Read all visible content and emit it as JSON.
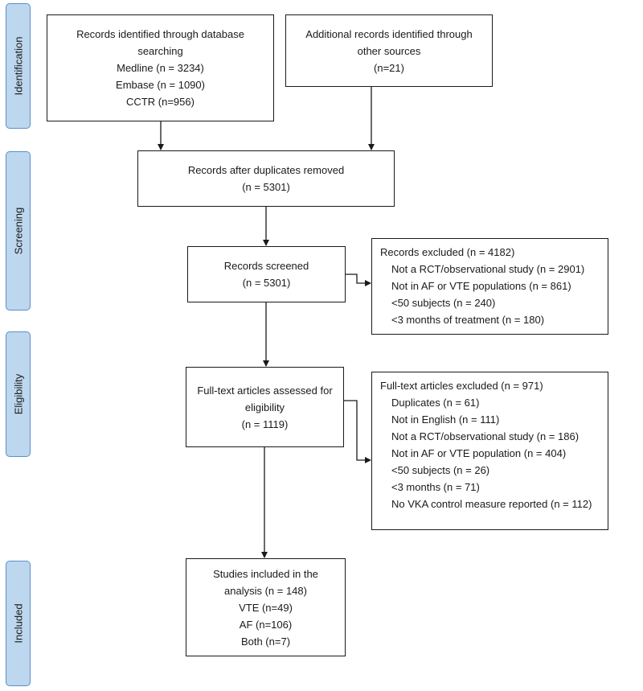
{
  "stages": {
    "identification": "Identification",
    "screening": "Screening",
    "eligibility": "Eligibility",
    "included": "Included"
  },
  "boxes": {
    "database": {
      "lines": [
        "Records identified through database",
        "searching",
        "Medline (n = 3234)",
        "Embase (n = 1090)",
        "CCTR (n=956)"
      ]
    },
    "other_sources": {
      "lines": [
        "Additional records identified through",
        "other sources",
        "(n=21)"
      ]
    },
    "duplicates_removed": {
      "lines": [
        "Records after duplicates removed",
        "(n = 5301)"
      ]
    },
    "screened": {
      "lines": [
        "Records screened",
        "(n = 5301)"
      ]
    },
    "excluded_screening": {
      "title": "Records excluded (n = 4182)",
      "items": [
        "Not a RCT/observational study (n = 2901)",
        "Not in AF or VTE populations (n = 861)",
        "<50 subjects (n = 240)",
        "<3 months of treatment (n = 180)"
      ]
    },
    "fulltext": {
      "lines": [
        "Full-text articles assessed for",
        "eligibility",
        "(n = 1119)"
      ]
    },
    "excluded_fulltext": {
      "title": "Full-text articles excluded (n = 971)",
      "items": [
        "Duplicates (n = 61)",
        "Not in English (n = 111)",
        "Not a RCT/observational study (n = 186)",
        "Not in AF or VTE population (n = 404)",
        "<50 subjects (n = 26)",
        "<3 months (n = 71)",
        "No VKA control measure reported (n = 112)"
      ]
    },
    "included": {
      "lines": [
        "Studies included in the",
        "analysis (n = 148)",
        "VTE (n=49)",
        "AF (n=106)",
        "Both (n=7)"
      ]
    }
  },
  "colors": {
    "stage_fill": "#bdd7ee",
    "stage_border": "#5b8fc7",
    "box_border": "#1a1a1a"
  }
}
